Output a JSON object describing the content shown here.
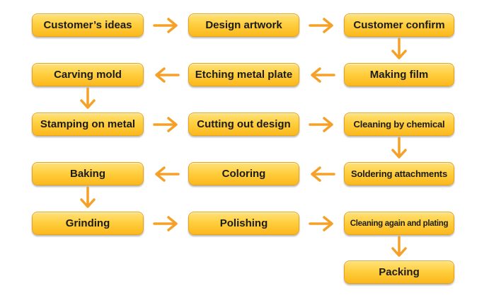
{
  "steps": [
    {
      "id": "customers-ideas",
      "label": "Customer’s ideas"
    },
    {
      "id": "design-artwork",
      "label": "Design artwork"
    },
    {
      "id": "customer-confirm",
      "label": "Customer confirm"
    },
    {
      "id": "making-film",
      "label": "Making film"
    },
    {
      "id": "etching-metal-plate",
      "label": "Etching metal plate"
    },
    {
      "id": "carving-mold",
      "label": "Carving mold"
    },
    {
      "id": "stamping-on-metal",
      "label": "Stamping on metal"
    },
    {
      "id": "cutting-out-design",
      "label": "Cutting out design"
    },
    {
      "id": "cleaning-by-chemical",
      "label": "Cleaning by chemical"
    },
    {
      "id": "soldering-attachments",
      "label": "Soldering attachments"
    },
    {
      "id": "coloring",
      "label": "Coloring"
    },
    {
      "id": "baking",
      "label": "Baking"
    },
    {
      "id": "grinding",
      "label": "Grinding"
    },
    {
      "id": "polishing",
      "label": "Polishing"
    },
    {
      "id": "cleaning-again-and-plating",
      "label": "Cleaning again and plating"
    },
    {
      "id": "packing",
      "label": "Packing"
    }
  ],
  "colors": {
    "box_fill": "#ffcf40",
    "box_border": "#e7a21a",
    "arrow": "#f5a027",
    "text": "#1c1c1c"
  }
}
